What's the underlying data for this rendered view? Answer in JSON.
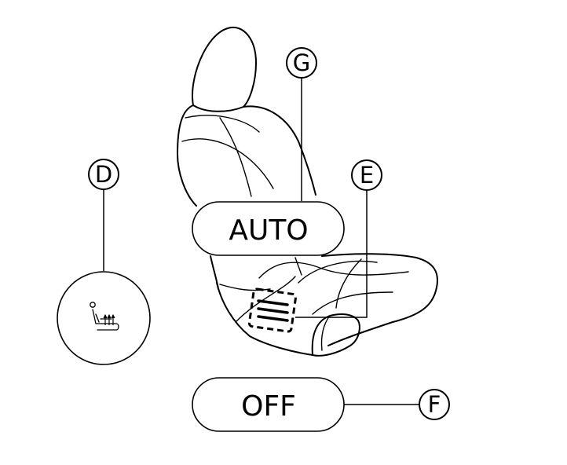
{
  "buttons": {
    "auto_label": "AUTO",
    "off_label": "OFF"
  },
  "callouts": {
    "d": "D",
    "e": "E",
    "f": "F",
    "g": "G"
  },
  "icons": {
    "seat_heater": "heated-seat-icon",
    "seat_heater_indicator": "seat-heater-indicator-icon"
  },
  "colors": {
    "line": "#000000",
    "background": "#ffffff"
  }
}
